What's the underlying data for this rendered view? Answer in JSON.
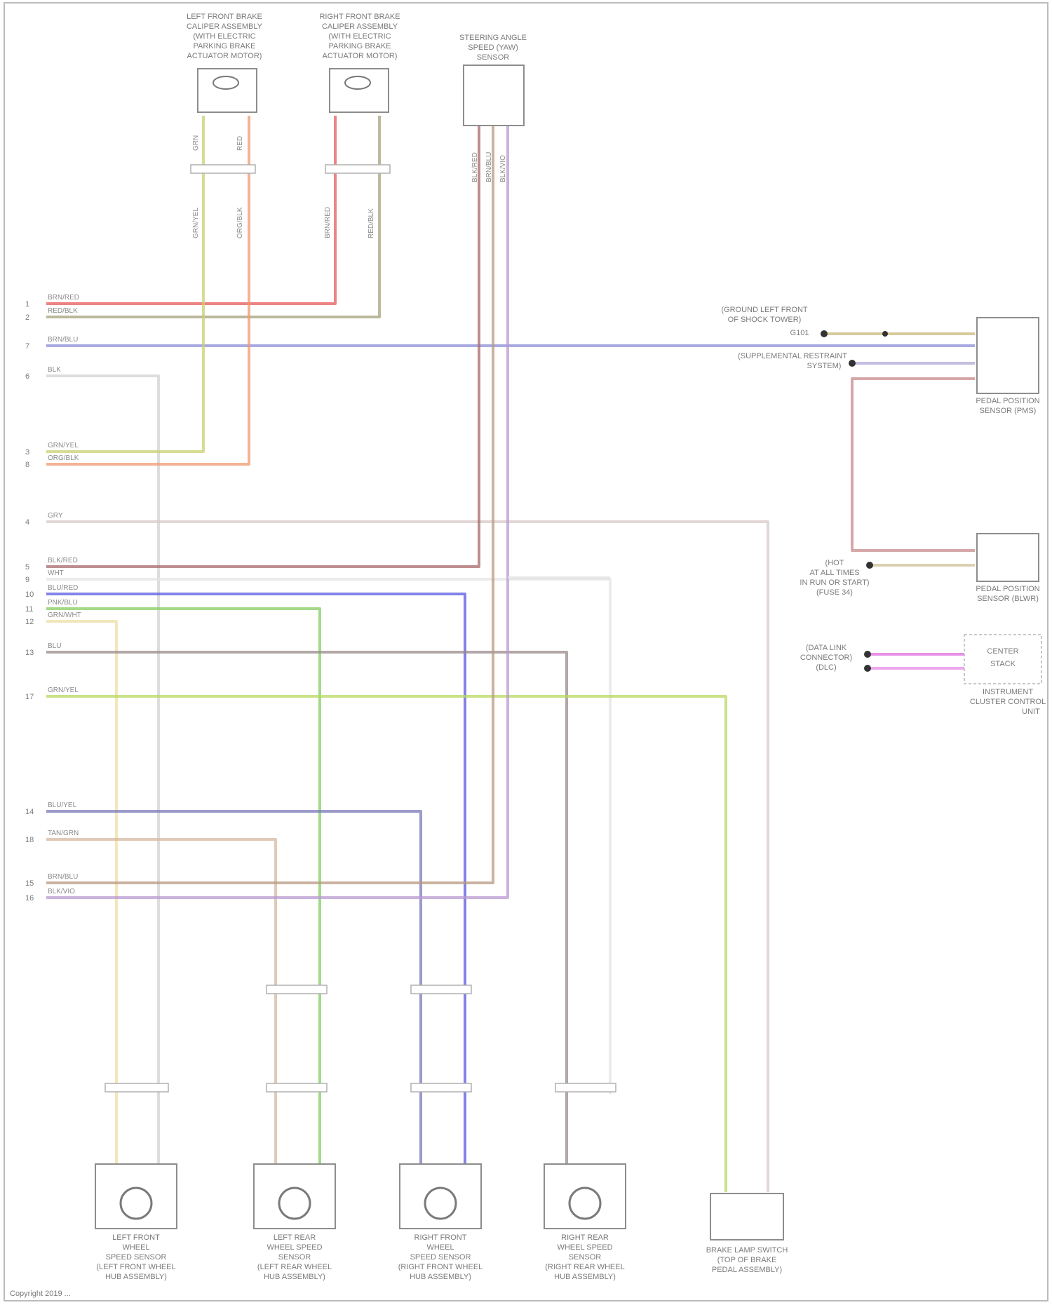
{
  "diagram": {
    "footer": "Copyright 2019 ...",
    "components": {
      "lf_pad_sensor": [
        "LEFT FRONT BRAKE",
        "CALIPER ASSEMBLY",
        "(WITH ELECTRIC",
        "PARKING BRAKE",
        "ACTUATOR MOTOR)"
      ],
      "rf_pad_sensor": [
        "RIGHT FRONT BRAKE",
        "CALIPER ASSEMBLY",
        "(WITH ELECTRIC",
        "PARKING BRAKE",
        "ACTUATOR MOTOR)"
      ],
      "steering_sensor": [
        "STEERING ANGLE",
        "SPEED (YAW)",
        "SENSOR"
      ],
      "pedal_switch": [
        "PEDAL POSITION",
        "SENSOR (PMS)"
      ],
      "pedal_sensor": [
        "PEDAL POSITION",
        "SENSOR (BLWR)"
      ],
      "right_module": [
        "CENTER",
        "STACK"
      ],
      "right_module_caption": [
        "INSTRUMENT",
        "CLUSTER CONTROL",
        "UNIT"
      ],
      "wheel_lf": [
        "LEFT FRONT",
        "WHEEL",
        "SPEED SENSOR",
        "(LEFT FRONT WHEEL",
        "HUB ASSEMBLY)"
      ],
      "wheel_lr": [
        "LEFT REAR",
        "WHEEL SPEED",
        "SENSOR",
        "(LEFT REAR WHEEL",
        "HUB ASSEMBLY)"
      ],
      "wheel_rf": [
        "RIGHT FRONT",
        "WHEEL",
        "SPEED SENSOR",
        "(RIGHT FRONT WHEEL",
        "HUB ASSEMBLY)"
      ],
      "wheel_rr": [
        "RIGHT REAR",
        "WHEEL SPEED",
        "SENSOR",
        "(RIGHT REAR WHEEL",
        "HUB ASSEMBLY)"
      ],
      "brake_switch": [
        "BRAKE LAMP SWITCH",
        "(TOP OF BRAKE",
        "PEDAL ASSEMBLY)"
      ]
    },
    "right_notes": {
      "a": [
        "(GROUND LEFT FRONT",
        "OF SHOCK TOWER)",
        "G101"
      ],
      "b": "(SUPPLEMENTAL RESTRAINT",
      "b2": "SYSTEM)",
      "c": [
        "(HOT",
        "AT ALL TIMES",
        "IN RUN OR START)",
        "(FUSE 34)"
      ],
      "d": [
        "(DATA LINK",
        "CONNECTOR)",
        "(DLC)"
      ]
    },
    "pins": [
      {
        "n": "1",
        "label": "BRN/RED"
      },
      {
        "n": "2",
        "label": "RED/BLK"
      },
      {
        "n": "7",
        "label": "BRN/BLU"
      },
      {
        "n": "6",
        "label": "BLK"
      },
      {
        "n": "3",
        "label": "GRN/YEL"
      },
      {
        "n": "8",
        "label": "ORG/BLK"
      },
      {
        "n": "4",
        "label": "GRY"
      },
      {
        "n": "5",
        "label": "BLK/RED"
      },
      {
        "n": "9",
        "label": "WHT"
      },
      {
        "n": "10",
        "label": "BLU/RED"
      },
      {
        "n": "11",
        "label": "PNK/BLU"
      },
      {
        "n": "12",
        "label": "GRN/WHT"
      },
      {
        "n": "13",
        "label": "BLU"
      },
      {
        "n": "17",
        "label": "GRN/YEL"
      },
      {
        "n": "14",
        "label": "BLU/YEL"
      },
      {
        "n": "18",
        "label": "TAN/GRN"
      },
      {
        "n": "15",
        "label": "BRN/BLU"
      },
      {
        "n": "16",
        "label": "BLK/VIO"
      }
    ]
  }
}
